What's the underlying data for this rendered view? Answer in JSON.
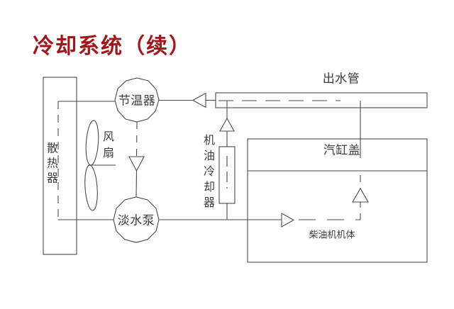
{
  "title": "冷却系统（续）",
  "colors": {
    "title_red": "#a0161a",
    "line_gray": "#4a4a4a",
    "label_gray": "#3d3d3d",
    "background": "#ffffff"
  },
  "labels": {
    "radiator": "散热器",
    "fan": "风扇",
    "thermostat": "节温器",
    "pump": "淡水泵",
    "oil_cooler": "机油冷却器",
    "outlet_pipe": "出水管",
    "cylinder_head": "汽缸盖",
    "engine_body": "柴油机机体"
  }
}
